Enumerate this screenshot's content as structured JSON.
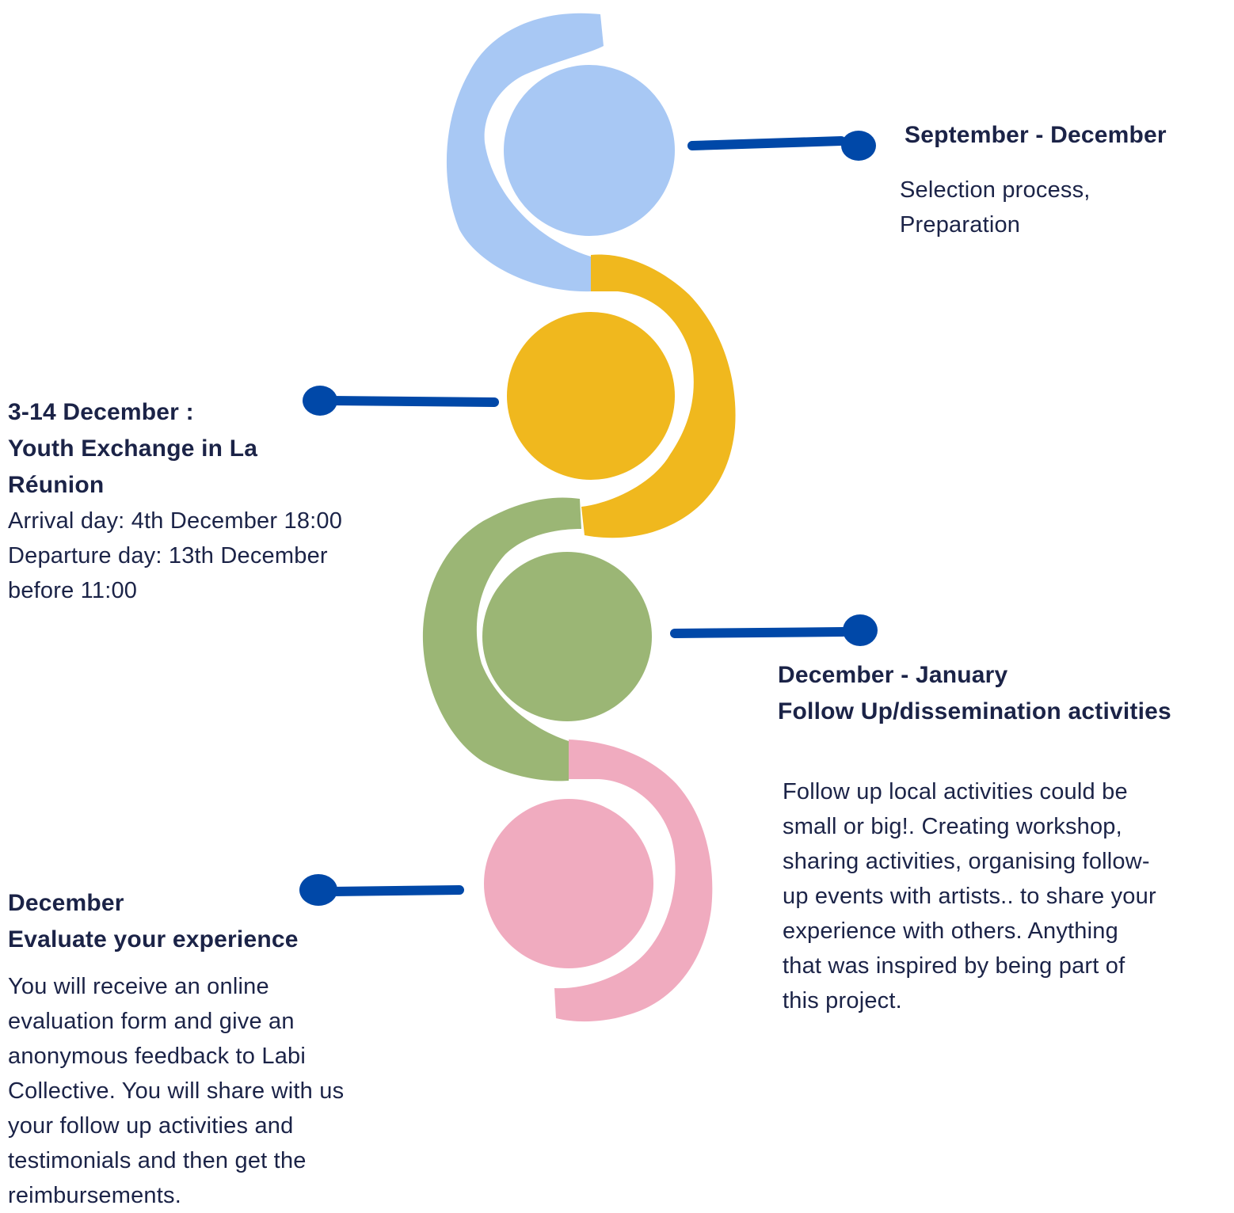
{
  "colors": {
    "blue_light": "#a8c8f4",
    "yellow": "#f0b81e",
    "green": "#9bb675",
    "pink": "#f0abbf",
    "connector": "#0048a8",
    "text": "#1b2347"
  },
  "steps": [
    {
      "title": "September - December",
      "description": "Selection process,\nPreparation"
    },
    {
      "title": "3-14 December :\nYouth Exchange in La\nRéunion",
      "description": "Arrival day: 4th December 18:00\nDeparture day: 13th December\nbefore 11:00"
    },
    {
      "title": "December - January\nFollow Up/dissemination activities",
      "description": "Follow up local activities could be\nsmall or big!. Creating workshop,\nsharing activities, organising follow-\nup events with artists.. to share your\nexperience with others. Anything\nthat was inspired by being part of\nthis project."
    },
    {
      "title": "December\nEvaluate your experience",
      "description": "You will receive an online\nevaluation form and give an\nanonymous feedback to Labi\nCollective. You will share with us\nyour follow up activities and\ntestimonials and then get the\nreimbursements."
    }
  ]
}
